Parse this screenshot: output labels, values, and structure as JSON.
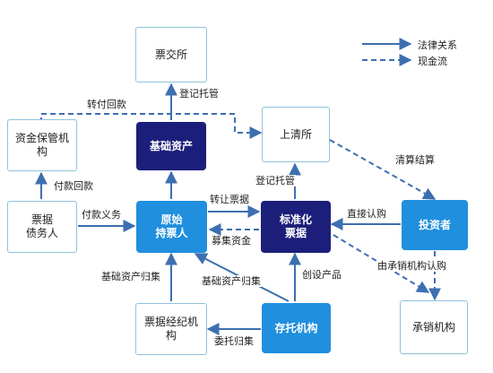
{
  "colors": {
    "solid_arrow": "#3d6fb0",
    "dashed_arrow": "#3d6fb0",
    "navy": "#1c1f7a",
    "blue": "#1f8fde",
    "outline": "#8fc3dc"
  },
  "legend": {
    "legal": "法律关系",
    "cash": "现金流"
  },
  "nodes": {
    "piaojiaosuo": "票交所",
    "jichuzichan": "基础资产",
    "zijinbaoguan": "资金保管机\n构",
    "shangqingsuo": "上清所",
    "piaojuzhaiwuren": "票据\n债务人",
    "yuanshichipiaoren": "原始\n持票人",
    "biaozhunhuapiaoju": "标准化\n票据",
    "touzizhe": "投资者",
    "piaojujingji": "票据经纪机\n构",
    "cuntuojigou": "存托机构",
    "chengxiaojigou": "承销机构"
  },
  "edges": {
    "dengjituoguan_top": "登记托管",
    "zhuanfuhuikuan": "转付回款",
    "fukuanhuikuan": "付款回款",
    "fukuanyiwu": "付款义务",
    "zhuanrangpiaoju": "转让票据",
    "mujizijin": "募集资金",
    "dengjituoguan_mid": "登记托管",
    "qingsuanjiesuan": "清算结算",
    "zhijierengou": "直接认购",
    "youchengxiao": "由承销机构认购",
    "jichuzichanguiji_left": "基础资产归集",
    "jichuzichanguiji_mid": "基础资产归集",
    "chuangshechanpin": "创设产品",
    "weituoguiji": "委托归集"
  }
}
